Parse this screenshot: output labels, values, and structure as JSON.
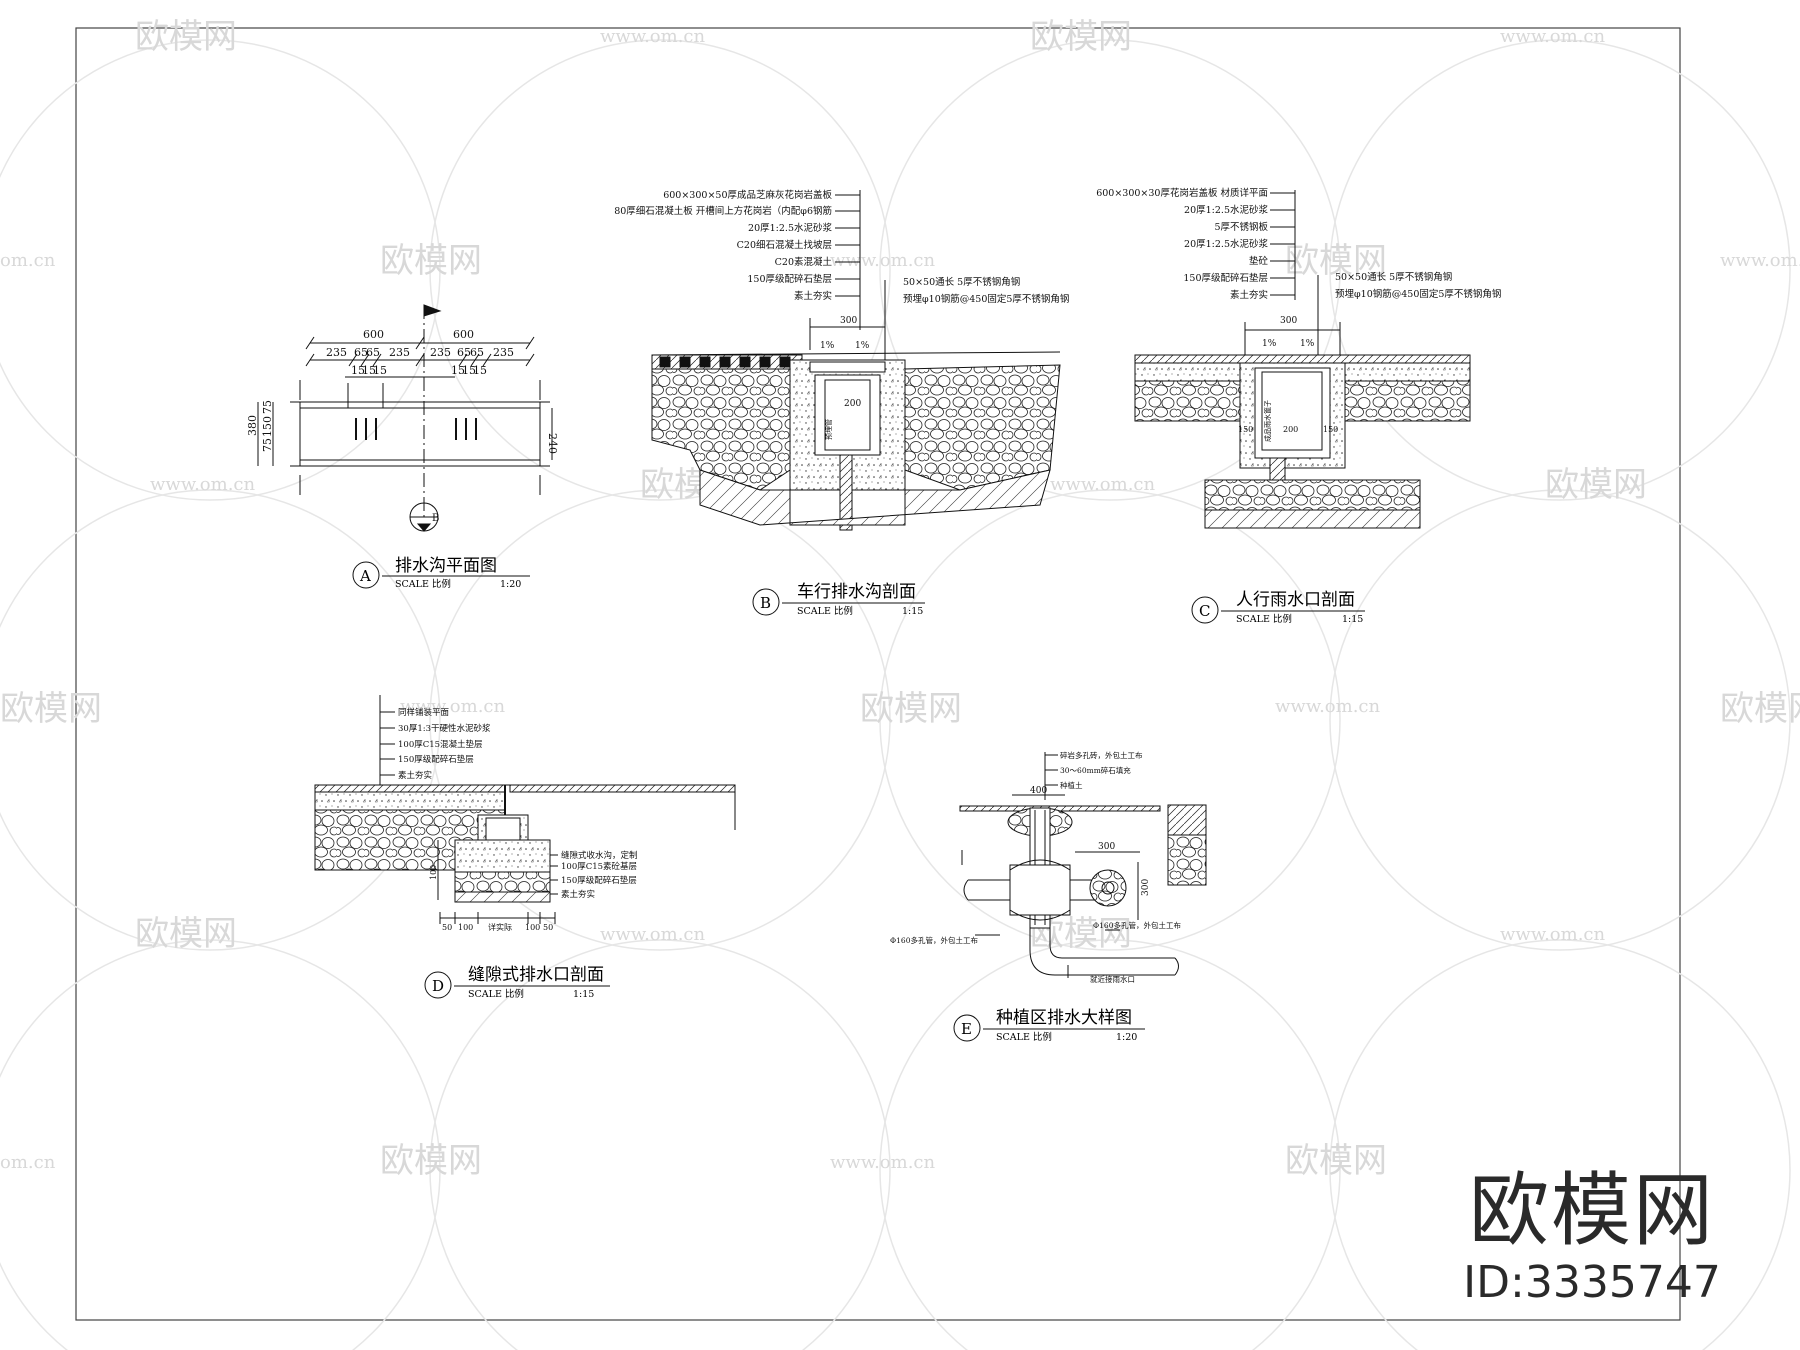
{
  "watermark": {
    "brand": "欧模网",
    "site": "www.om.cn",
    "site_short": "om.cn",
    "id_label": "ID:3335747"
  },
  "details": {
    "A": {
      "letter": "A",
      "title": "排水沟平面图",
      "scale_label": "SCALE 比例",
      "scale": "1:20"
    },
    "B": {
      "letter": "B",
      "title": "车行排水沟剖面",
      "scale_label": "SCALE 比例",
      "scale": "1:15"
    },
    "C": {
      "letter": "C",
      "title": "人行雨水口剖面",
      "scale_label": "SCALE 比例",
      "scale": "1:15"
    },
    "D": {
      "letter": "D",
      "title": "缝隙式排水口剖面",
      "scale_label": "SCALE 比例",
      "scale": "1:15"
    },
    "E": {
      "letter": "E",
      "title": "种植区排水大样图",
      "scale_label": "SCALE 比例",
      "scale": "1:20"
    }
  },
  "plan_A": {
    "dim_600": "600",
    "dims_left": [
      "235",
      "65",
      "65",
      "235"
    ],
    "dims_slots": [
      "15",
      "15",
      "15"
    ],
    "dim_380": "380",
    "dims_vertical": [
      "75",
      "150",
      "75"
    ],
    "dim_240": "240",
    "section_tag": "B"
  },
  "section_B": {
    "labels": [
      "600×300×50厚成品芝麻灰花岗岩盖板",
      "80厚细石混凝土板 开槽间上方花岗岩（内配φ6钢筋",
      "20厚1:2.5水泥砂浆",
      "C20细石混凝土找坡层",
      "C20素混凝土",
      "150厚级配碎石垫层",
      "素土夯实"
    ],
    "labels_right": [
      "50×50通长 5厚不锈钢角钢",
      "预埋φ10钢筋@450固定5厚不锈钢角钢"
    ],
    "dim_top": "300",
    "slope": "1%",
    "dim_200": "200",
    "pipe_note": "预埋管"
  },
  "section_C": {
    "labels": [
      "600×300×30厚花岗岩盖板 材质详平面",
      "20厚1:2.5水泥砂浆",
      "5厚不锈钢板",
      "20厚1:2.5水泥砂浆",
      "垫砼",
      "150厚级配碎石垫层",
      "素土夯实"
    ],
    "labels_right": [
      "50×50通长 5厚不锈钢角钢",
      "预埋φ10钢筋@450固定5厚不锈钢角钢"
    ],
    "dim_top": "300",
    "slope": "1%",
    "dims_bottom": [
      "150",
      "200",
      "150"
    ],
    "box_note": "成品雨水篦子"
  },
  "section_D": {
    "labels_top": [
      "同样铺装平面",
      "30厚1:3干硬性水泥砂浆",
      "100厚C15混凝土垫层",
      "150厚级配碎石垫层",
      "素土夯实"
    ],
    "labels_right": [
      "缝隙式收水沟，定制",
      "100厚C15素砼基层",
      "150厚级配碎石垫层",
      "素土夯实"
    ],
    "dims_bottom": [
      "50",
      "100",
      "详实际",
      "100",
      "50"
    ],
    "dim_vertical": "100"
  },
  "section_E": {
    "labels_top": [
      "碎岩多孔砖，外包土工布",
      "30～60mm碎石填充",
      "种植土"
    ],
    "labels_bottom": [
      "Φ160多孔管，外包土工布",
      "Φ160多孔管，外包土工布",
      "就近接雨水口"
    ],
    "dim_400": "400",
    "dim_300": "300",
    "dim_300v": "300"
  }
}
